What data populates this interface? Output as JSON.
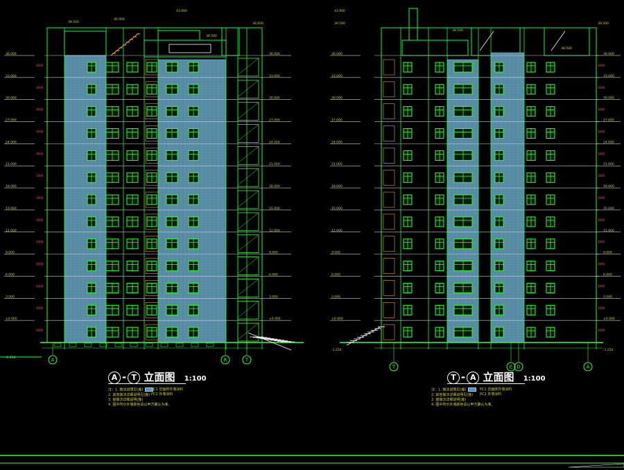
{
  "colors": {
    "background": "#000000",
    "outline": "#00ff40",
    "cyan": "#00e5e5",
    "facade_blue": "#5b8fa8",
    "window_green": "#35ff35",
    "note_yellow": "#cfcf40",
    "title_white": "#ffffff",
    "dimension_red": "#ff5050",
    "railing_orange": "#f0a040"
  },
  "left_elevation": {
    "title_axis_start": "A",
    "title_axis_end": "T",
    "title_text": "立面图",
    "scale": "1:100",
    "axis_labels": [
      "A",
      "R",
      "T"
    ],
    "elevation_marks": [
      "36.000",
      "33.000",
      "30.000",
      "27.000",
      "24.000",
      "21.000",
      "18.000",
      "15.000",
      "12.000",
      "9.000",
      "6.000",
      "3.000",
      "±0.000"
    ],
    "roof_marks": [
      "39.500",
      "40.900",
      "43.900",
      "38.500",
      "36.600"
    ],
    "ground_mark": "-1.250",
    "notes": [
      "1. 做法说明见(施)",
      "2. 其他做法详细说明见(施)",
      "3. 窗做法详细说明(施)",
      "4. 图中所示外墙颜色请以甲方确认为准。"
    ],
    "legend": [
      "PC1 仿面砖外墙涂料",
      "PC2 外墙涂料"
    ]
  },
  "right_elevation": {
    "title_axis_start": "T",
    "title_axis_end": "A",
    "title_text": "立面图",
    "scale": "1:100",
    "axis_labels": [
      "T",
      "E",
      "D",
      "A"
    ],
    "elevation_marks": [
      "36.000",
      "33.000",
      "30.000",
      "27.000",
      "24.000",
      "21.000",
      "18.000",
      "15.000",
      "12.000",
      "9.000",
      "6.000",
      "3.000",
      "±0.000"
    ],
    "roof_marks": [
      "43.900",
      "39.500",
      "38.500",
      "39.500",
      "38.500"
    ],
    "ground_mark": "-1.250",
    "notes": [
      "1. 做法说明见(施)",
      "2. 其他做法详细说明见(施)",
      "3. 窗做法详细说明(施)",
      "4. 图中所示外墙颜色请以甲方确认为准。"
    ],
    "legend": [
      "PC1 仿面砖外墙涂料",
      "PC2 外墙涂料"
    ]
  },
  "floors": 13
}
